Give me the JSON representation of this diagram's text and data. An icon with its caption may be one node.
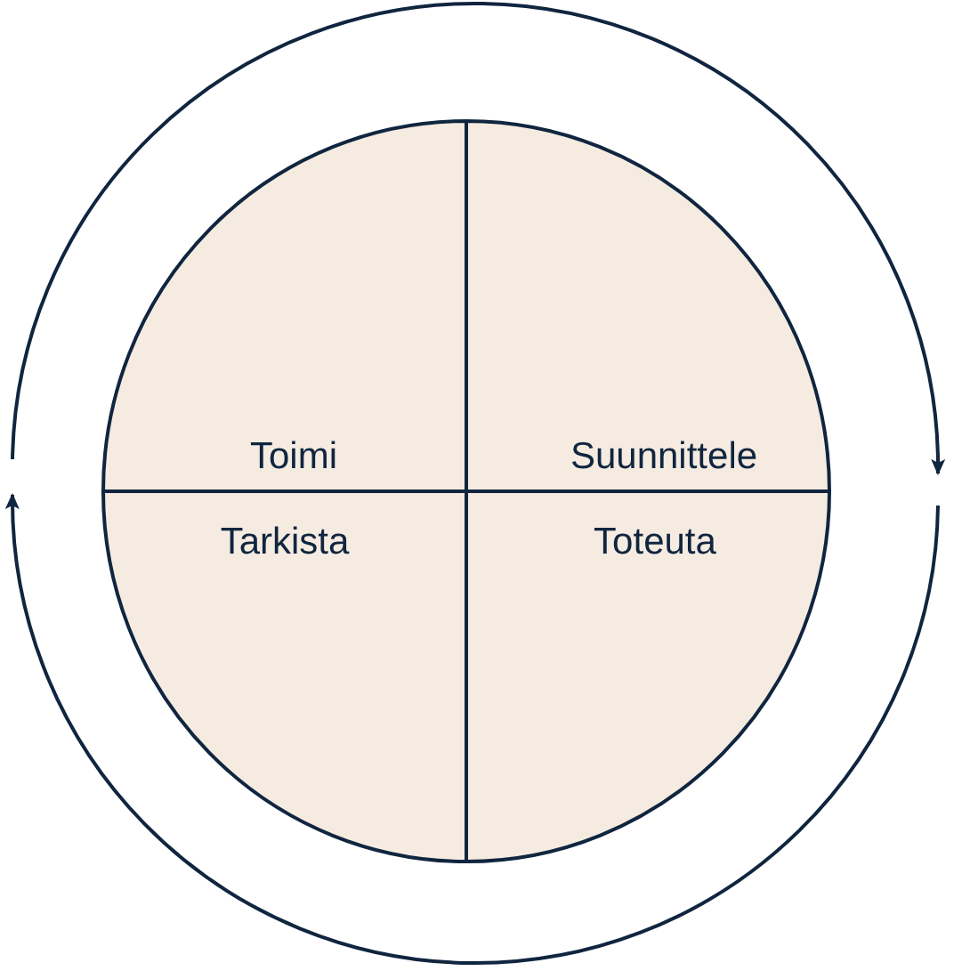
{
  "diagram": {
    "nodes": [
      {
        "text": [
          "Toimi"
        ]
      },
      {
        "text": [
          "Suunnittele"
        ]
      },
      {
        "text": [
          "Tarkista"
        ]
      },
      {
        "text": [
          "Toteuta"
        ]
      }
    ]
  }
}
